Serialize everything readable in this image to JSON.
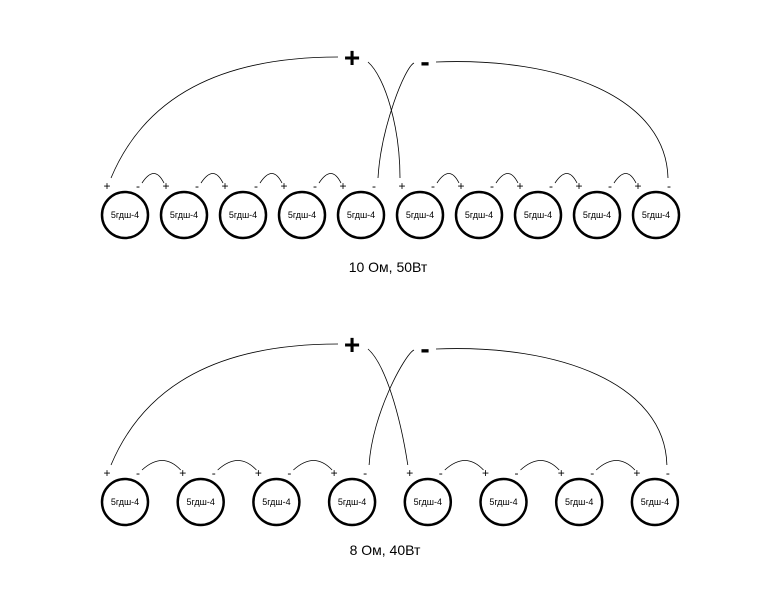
{
  "speaker_label": "5гдш-4",
  "plus": "+",
  "minus": "-",
  "diagrams": [
    {
      "speaker_count": 10,
      "caption": "10 Ом, 50Вт"
    },
    {
      "speaker_count": 8,
      "caption": "8 Ом, 40Вт"
    }
  ],
  "colors": {
    "line": "#000000",
    "background": "#ffffff"
  }
}
